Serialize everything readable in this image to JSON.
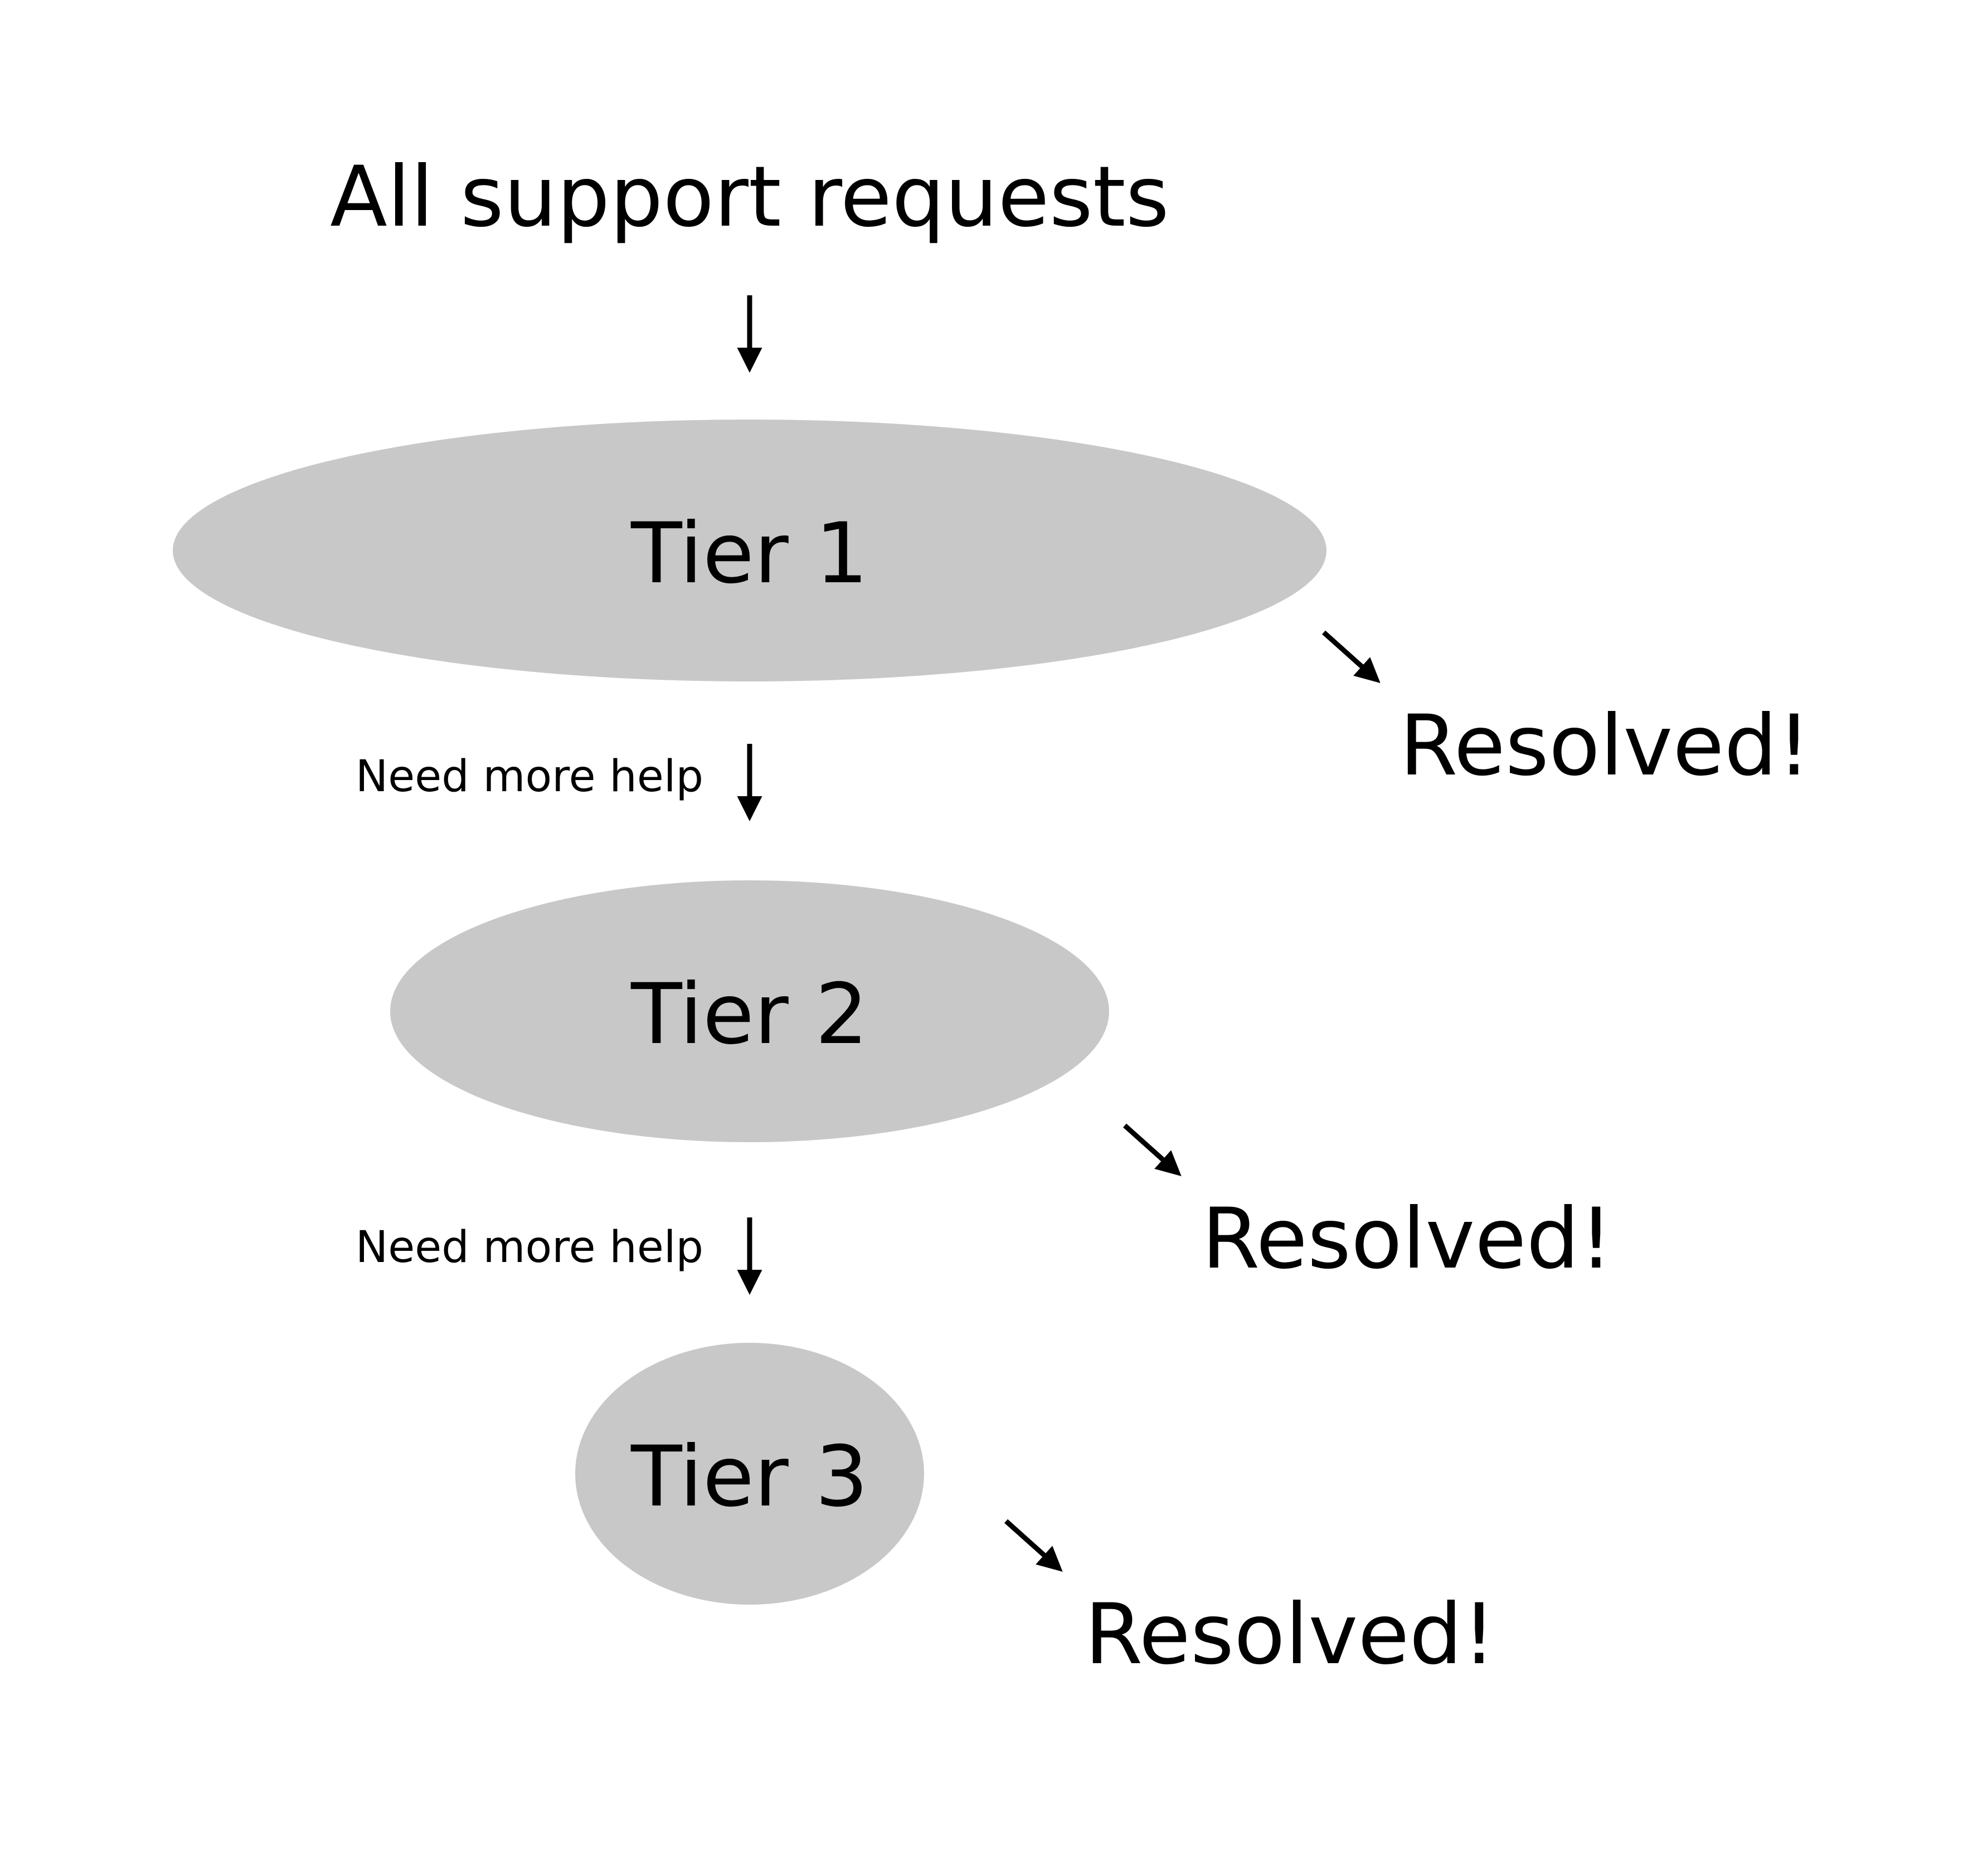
{
  "diagram": {
    "title": "All support requests",
    "tiers": [
      {
        "label": "Tier 1",
        "resolved_label": "Resolved!"
      },
      {
        "label": "Tier 2",
        "resolved_label": "Resolved!"
      },
      {
        "label": "Tier 3",
        "resolved_label": "Resolved!"
      }
    ],
    "escalations": [
      {
        "label": "Need more help"
      },
      {
        "label": "Need more help"
      }
    ],
    "colors": {
      "tier_fill": "#c8c8c8",
      "ink": "#000000",
      "background": "#ffffff"
    }
  }
}
